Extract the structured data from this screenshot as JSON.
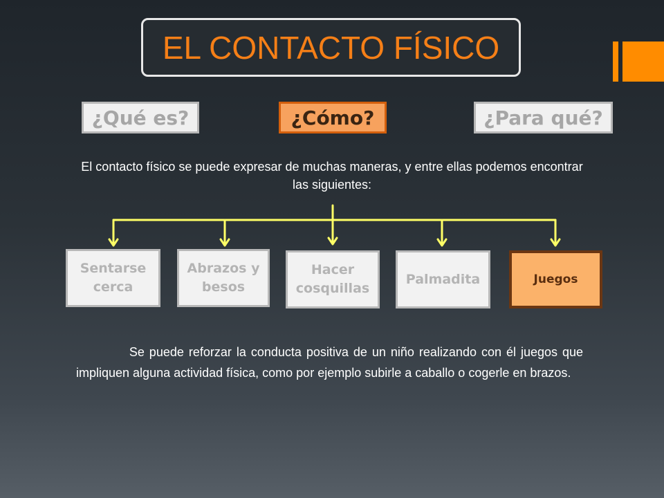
{
  "title": "EL CONTACTO FÍSICO",
  "tabs": [
    {
      "label": "¿Qué es?",
      "active": false
    },
    {
      "label": "¿Cómo?",
      "active": true
    },
    {
      "label": "¿Para qué?",
      "active": false
    }
  ],
  "intro": "El contacto físico se puede expresar de muchas maneras, y entre ellas podemos encontrar las siguientes:",
  "diagram": {
    "items": [
      {
        "label": "Sentarse cerca",
        "active": false
      },
      {
        "label": "Abrazos y besos",
        "active": false
      },
      {
        "label": "Hacer cosquillas",
        "active": false
      },
      {
        "label": "Palmadita",
        "active": false
      },
      {
        "label": "Juegos",
        "active": true
      }
    ]
  },
  "body": "Se puede reforzar la conducta positiva de un niño realizando con él juegos que impliquen alguna actividad física, como por ejemplo subirle a caballo o cogerle en brazos.",
  "colors": {
    "accent": "#ff8c00",
    "title_text": "#f57f17",
    "connector": "#ffff66",
    "active_fill": "#f7a25e",
    "inactive_fill": "#f0f0f0"
  }
}
